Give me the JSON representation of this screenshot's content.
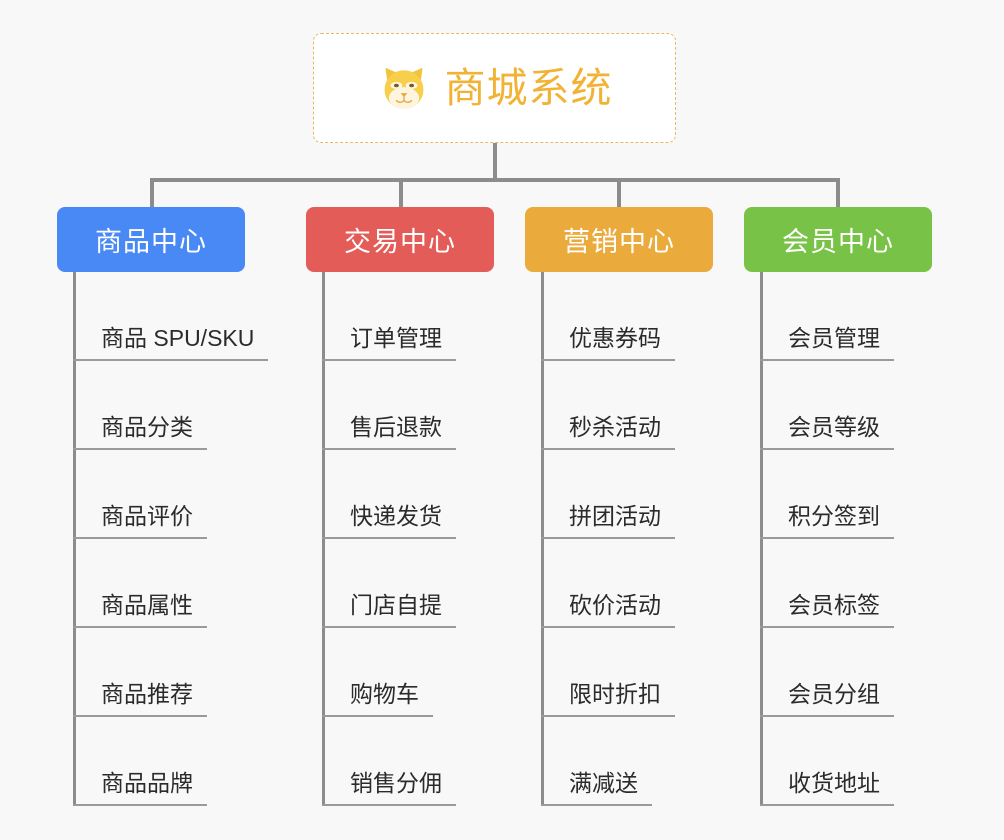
{
  "page": {
    "background_color": "#f8f8f8",
    "line_color": "#8c8c8c"
  },
  "root": {
    "title": "商城系统",
    "icon": "shiba-dog-face-icon",
    "text_color": "#f2b234",
    "border_color": "#e8b761",
    "background_color": "#ffffff"
  },
  "columns": [
    {
      "header": "商品中心",
      "color": "#4889f5",
      "items": [
        "商品 SPU/SKU",
        "商品分类",
        "商品评价",
        "商品属性",
        "商品推荐",
        "商品品牌"
      ]
    },
    {
      "header": "交易中心",
      "color": "#e45c58",
      "items": [
        "订单管理",
        "售后退款",
        "快递发货",
        "门店自提",
        "购物车",
        "销售分佣"
      ]
    },
    {
      "header": "营销中心",
      "color": "#eaab3c",
      "items": [
        "优惠券码",
        "秒杀活动",
        "拼团活动",
        "砍价活动",
        "限时折扣",
        "满减送"
      ]
    },
    {
      "header": "会员中心",
      "color": "#78c247",
      "items": [
        "会员管理",
        "会员等级",
        "积分签到",
        "会员标签",
        "会员分组",
        "收货地址"
      ]
    }
  ]
}
